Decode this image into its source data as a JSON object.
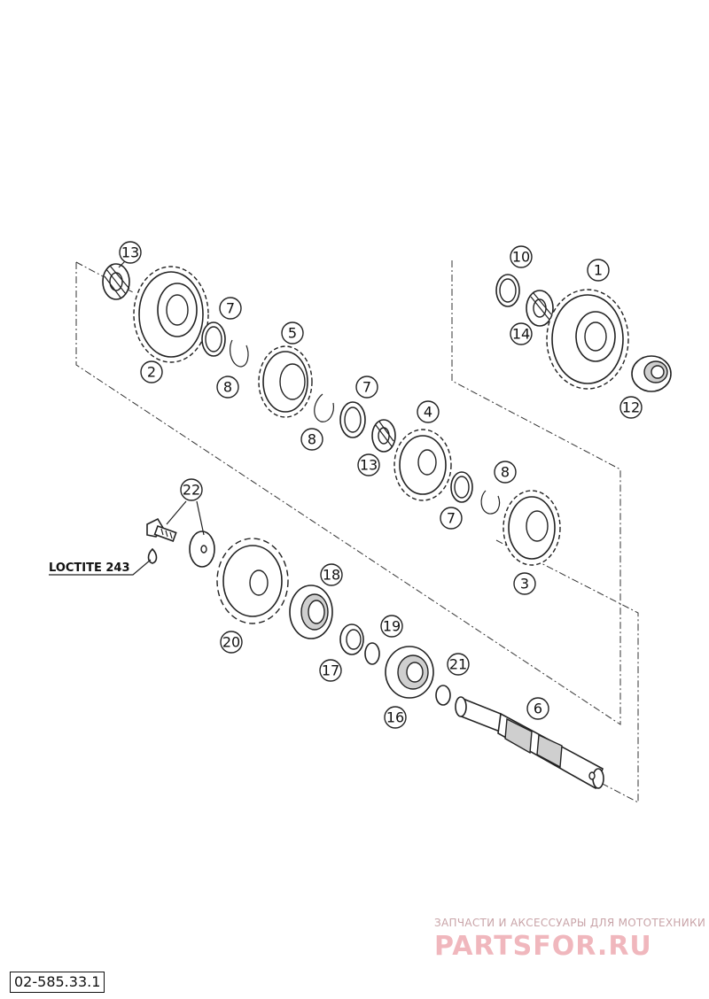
{
  "diagram": {
    "callouts": [
      "1",
      "2",
      "3",
      "4",
      "5",
      "6",
      "7",
      "7",
      "7",
      "8",
      "8",
      "8",
      "10",
      "12",
      "13",
      "13",
      "14",
      "16",
      "17",
      "18",
      "19",
      "20",
      "21",
      "22"
    ],
    "note_loctite": "LOCTITE 243",
    "diagram_code": "02-585.33.1"
  },
  "watermark": {
    "caption": "ЗАПЧАСТИ И АКСЕССУАРЫ ДЛЯ МОТОТЕХНИКИ",
    "logo": "PARTSFOR.RU",
    "color": "#f0b7bd"
  }
}
